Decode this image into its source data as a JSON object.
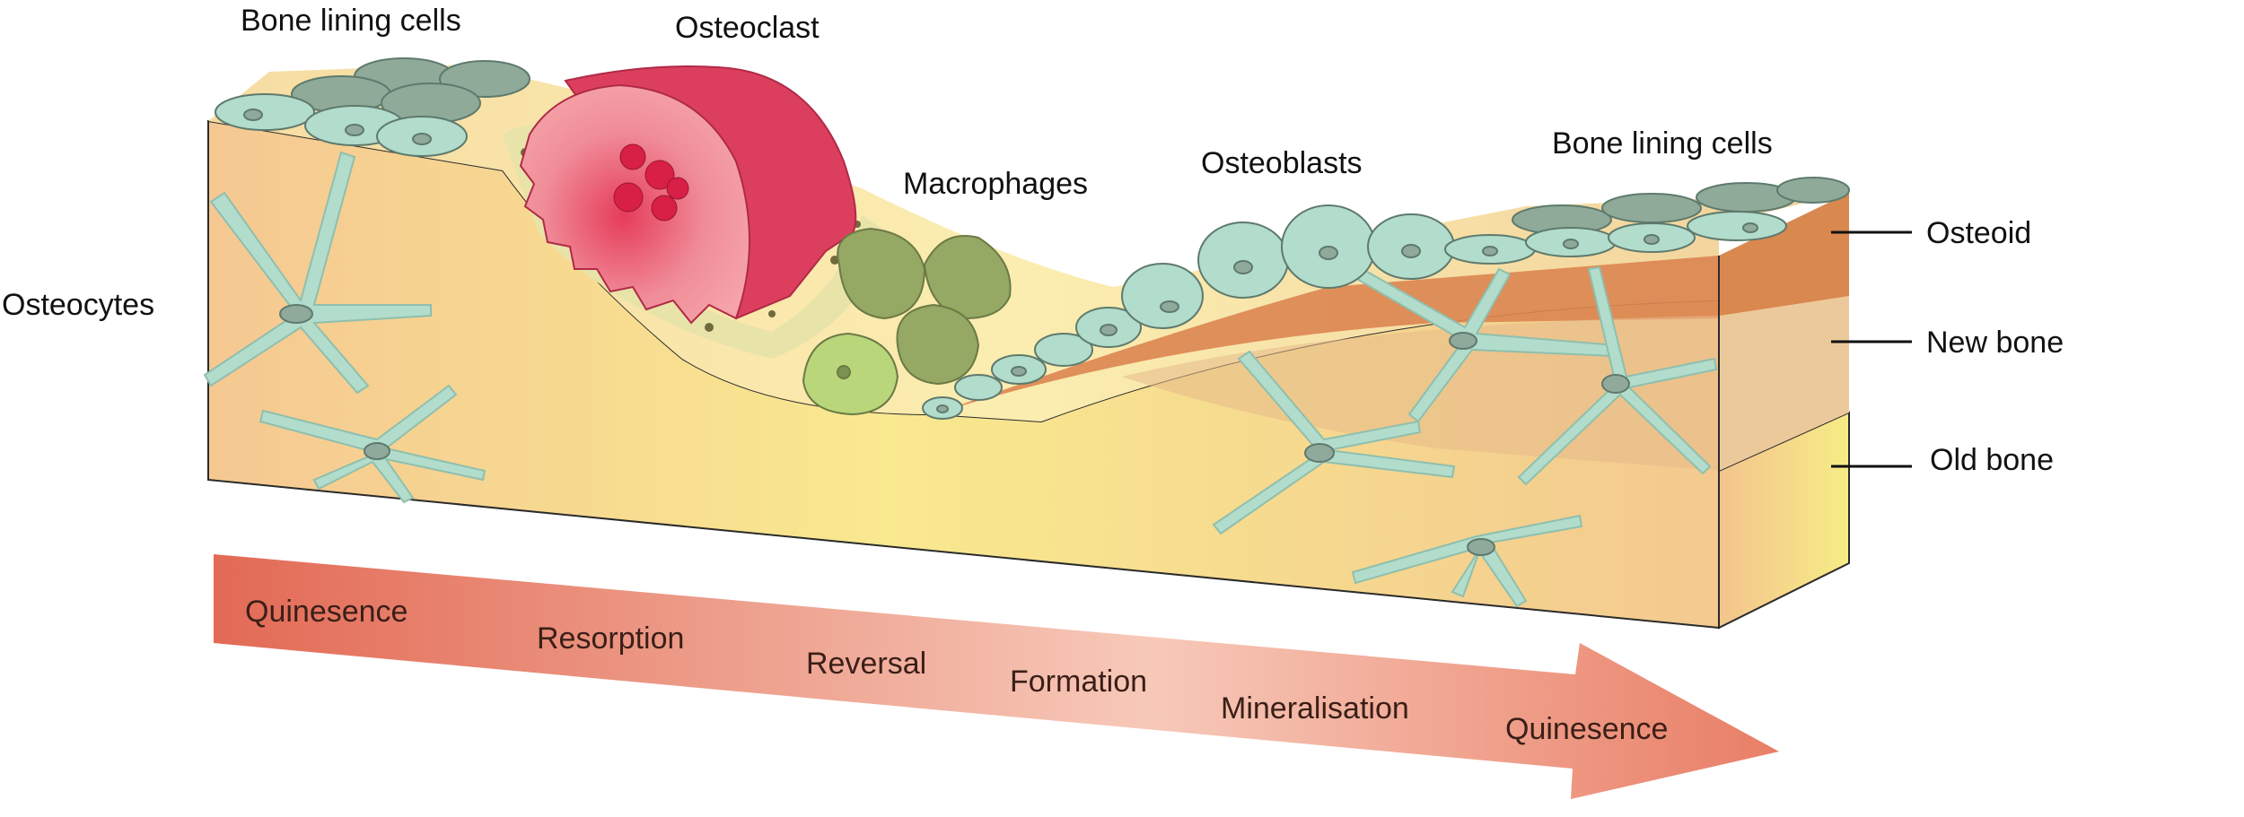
{
  "labels": {
    "bone_lining_left": "Bone lining cells",
    "osteoclast": "Osteoclast",
    "macrophages": "Macrophages",
    "osteoblasts": "Osteoblasts",
    "bone_lining_right": "Bone lining cells",
    "osteocytes": "Osteocytes"
  },
  "layers": {
    "osteoid": "Osteoid",
    "new_bone": "New bone",
    "old_bone": "Old bone"
  },
  "phases": [
    "Quinesence",
    "Resorption",
    "Reversal",
    "Formation",
    "Mineralisation",
    "Quinesence"
  ],
  "colors": {
    "old_bone": "#f7e48a",
    "new_bone": "#e9c08f",
    "osteoid": "#dc8550",
    "lining_cell": "#b2dccb",
    "lining_cell_back": "#8faa99",
    "osteoclast": "#dc3f5e",
    "macrophage": "#95a864",
    "arrow_start": "#e26a55",
    "arrow_mid": "#f7c9b9"
  }
}
